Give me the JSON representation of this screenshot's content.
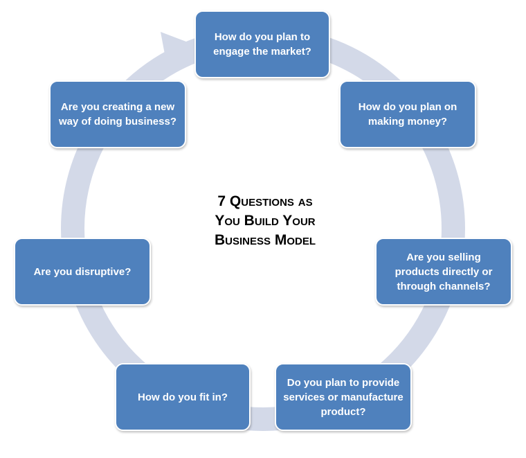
{
  "diagram": {
    "center_title": [
      "7 Questions as",
      "You Build Your",
      "Business Model"
    ],
    "nodes": [
      "How do you plan to engage the market?",
      "How do you plan on making money?",
      "Are you selling products directly or through channels?",
      "Do you plan to provide services or manufacture product?",
      "How do you fit in?",
      "Are you disruptive?",
      "Are you creating a new way of doing business?"
    ],
    "colors": {
      "node_fill": "#4f81bd",
      "node_text": "#ffffff",
      "ring": "#d3d9e8",
      "title_text": "#000000"
    }
  }
}
